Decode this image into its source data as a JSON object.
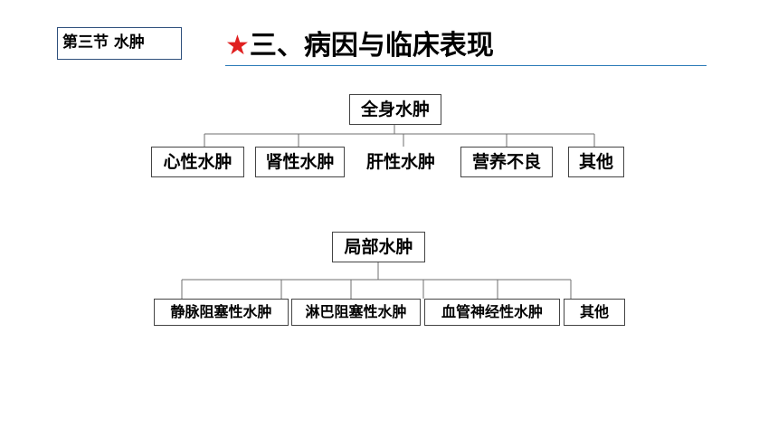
{
  "header": {
    "section_label": "第三节 水肿",
    "star": "★",
    "title": "三、病因与临床表现"
  },
  "diagrams": [
    {
      "root": "全身水肿",
      "children": [
        "心性水肿",
        "肾性水肿",
        "肝性水肿",
        "营养不良",
        "其他"
      ]
    },
    {
      "root": "局部水肿",
      "children": [
        "静脉阻塞性水肿",
        "淋巴阻塞性水肿",
        "血管神经性水肿",
        "其他"
      ]
    }
  ],
  "colors": {
    "star": "#e02020",
    "title_rule": "#2b7ab8",
    "section_border": "#2e4f7c"
  }
}
